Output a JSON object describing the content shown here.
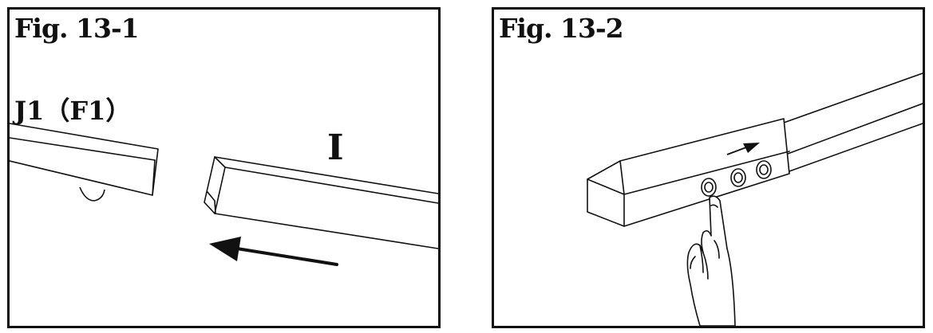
{
  "panels": [
    {
      "title": "Fig. 13-1",
      "label_left": "J1（F1）",
      "label_right": "I"
    },
    {
      "title": "Fig. 13-2"
    }
  ],
  "icons": {
    "arrow_p1": "left-arrow-icon",
    "arrow_p2": "right-arrow-icon",
    "hand": "pointing-hand-icon"
  },
  "colors": {
    "line": "#111111",
    "background": "#ffffff"
  }
}
